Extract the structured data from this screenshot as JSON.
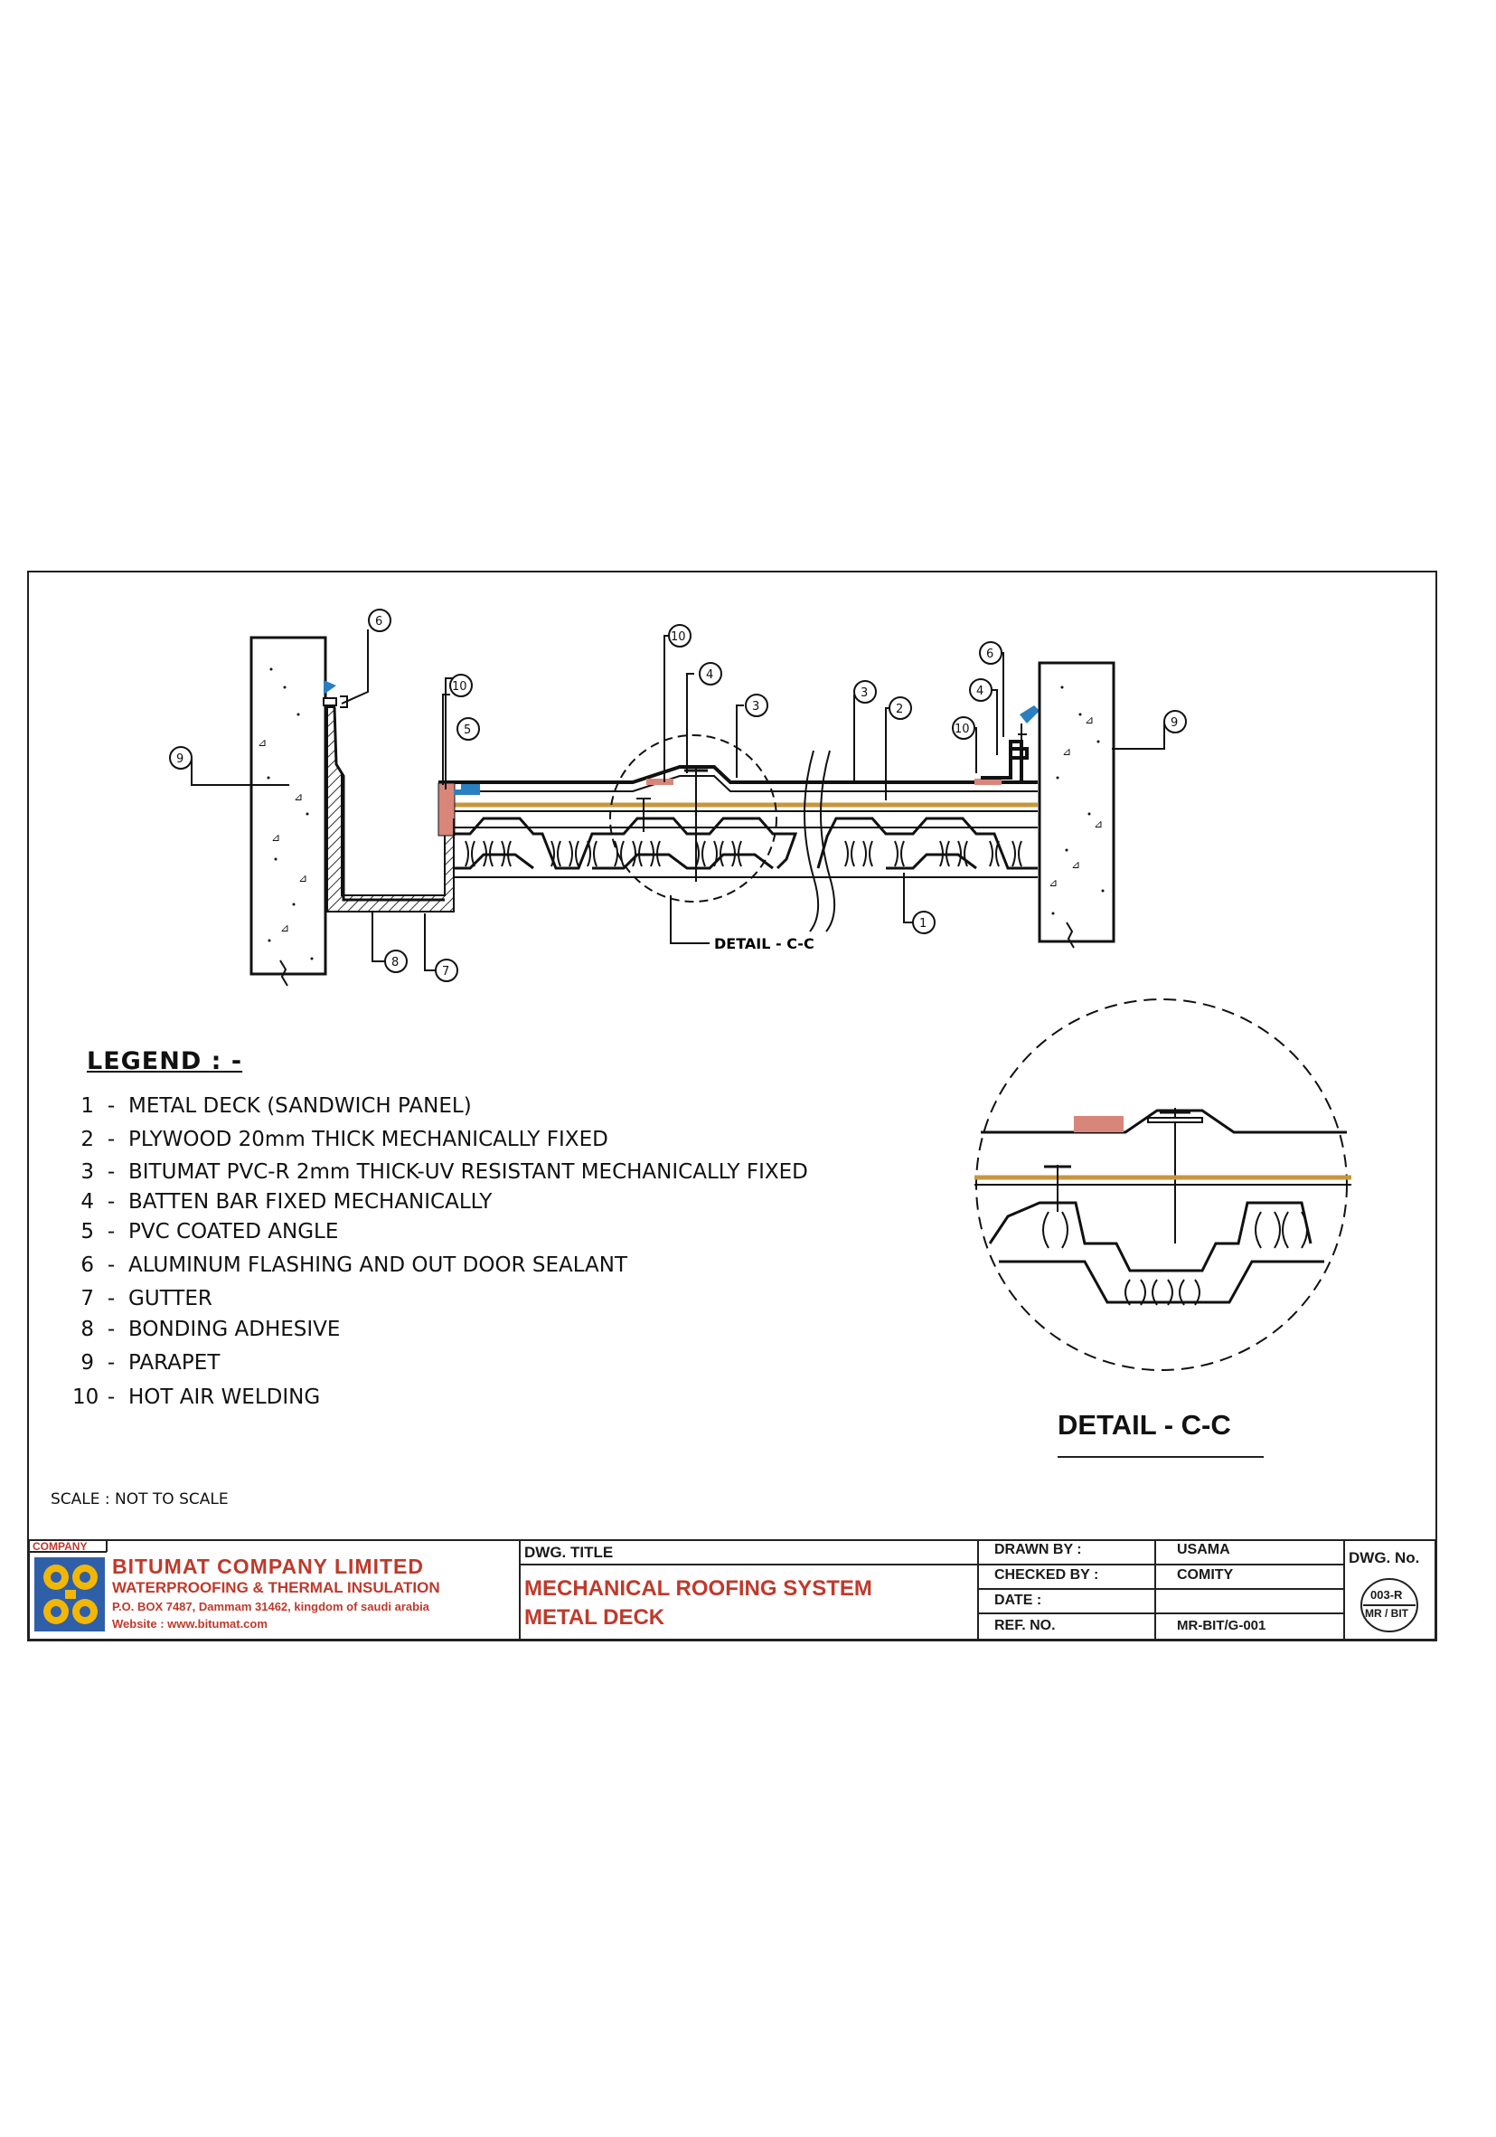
{
  "drawing": {
    "callouts": [
      "1",
      "2",
      "3",
      "4",
      "5",
      "6",
      "7",
      "8",
      "9",
      "10"
    ],
    "section_label": "DETAIL - C-C"
  },
  "legend": {
    "title": "LEGEND : -",
    "items": [
      {
        "num": "1",
        "text": "METAL DECK (SANDWICH PANEL)"
      },
      {
        "num": "2",
        "text": "PLYWOOD 20mm THICK MECHANICALLY FIXED"
      },
      {
        "num": "3",
        "text": "BITUMAT PVC-R 2mm THICK-UV RESISTANT MECHANICALLY FIXED"
      },
      {
        "num": "4",
        "text": "BATTEN BAR FIXED MECHANICALLY"
      },
      {
        "num": "5",
        "text": "PVC COATED ANGLE"
      },
      {
        "num": "6",
        "text": "ALUMINUM FLASHING AND OUT DOOR SEALANT"
      },
      {
        "num": "7",
        "text": "GUTTER"
      },
      {
        "num": "8",
        "text": "BONDING ADHESIVE"
      },
      {
        "num": "9",
        "text": "PARAPET"
      },
      {
        "num": "10",
        "text": "HOT AIR WELDING"
      }
    ]
  },
  "detail_title": "DETAIL - C-C",
  "scale": "SCALE : NOT TO SCALE",
  "title_block": {
    "company_tag": "COMPANY",
    "company_name": "BITUMAT COMPANY LIMITED",
    "company_sub": "WATERPROOFING & THERMAL INSULATION",
    "company_address": "P.O. BOX 7487, Dammam 31462, kingdom of saudi arabia",
    "company_website": "Website : www.bitumat.com",
    "dwg_title_label": "DWG. TITLE",
    "dwg_title_line1": "MECHANICAL ROOFING SYSTEM",
    "dwg_title_line2": "METAL DECK",
    "drawn_by_label": "DRAWN BY :",
    "drawn_by": "USAMA",
    "checked_by_label": "CHECKED BY :",
    "checked_by": "COMITY",
    "date_label": "DATE :",
    "date": "",
    "ref_no_label": "REF. NO.",
    "ref_no": "MR-BIT/G-001",
    "dwg_no_label": "DWG. No.",
    "dwg_no_top": "003-R",
    "dwg_no_bottom": "MR / BIT"
  },
  "colors": {
    "concrete": "#ffffff",
    "plywood": "#c8963e",
    "flashing": "#2a7fc1",
    "welding": "#d9867a",
    "title_red": "#c0392b",
    "logo_blue": "#2f5fa8",
    "logo_yellow": "#f2b705"
  }
}
